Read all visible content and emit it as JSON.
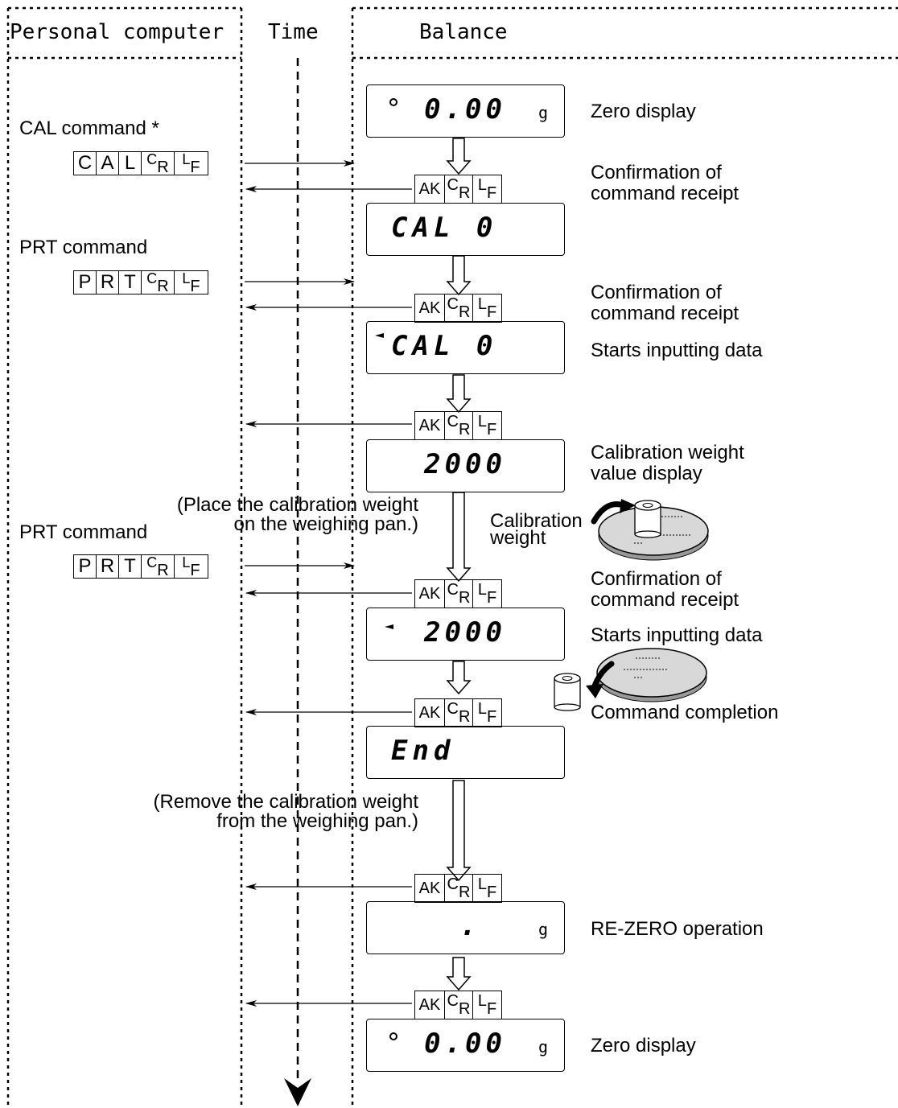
{
  "headers": {
    "pc": "Personal computer",
    "time": "Time",
    "balance": "Balance"
  },
  "pc_side": {
    "cal_label": "CAL command *",
    "cal_keys": [
      "C",
      "A",
      "L"
    ],
    "prt_label_1": "PRT command",
    "prt_keys_1": [
      "P",
      "R",
      "T"
    ],
    "prt_label_2": "PRT command",
    "prt_keys_2": [
      "P",
      "R",
      "T"
    ],
    "cr_top": "C",
    "cr_bottom": "R",
    "lf_top": "L",
    "lf_bottom": "F"
  },
  "ack": {
    "ak": "AK",
    "cr_top": "C",
    "cr_bottom": "R",
    "lf_top": "L",
    "lf_bottom": "F"
  },
  "displays": {
    "zero_value": "0.00",
    "unit": "g",
    "cal0": "CAL  0",
    "weight_value": "2000",
    "end": "End",
    "rezero": "."
  },
  "descriptions": {
    "zero_display_1": "Zero display",
    "confirm_1a": "Confirmation of",
    "confirm_1b": "command receipt",
    "confirm_2a": "Confirmation of",
    "confirm_2b": "command receipt",
    "starts_input_1": "Starts inputting data",
    "cal_weight_a": "Calibration weight",
    "cal_weight_b": "value display",
    "confirm_3a": "Confirmation of",
    "confirm_3b": "command receipt",
    "starts_input_2": "Starts inputting data",
    "command_completion": "Command completion",
    "rezero_op": "RE-ZERO operation",
    "zero_display_2": "Zero display"
  },
  "notes": {
    "place_a": "(Place the calibration weight",
    "place_b": "on the weighing pan.)",
    "remove_a": "(Remove the calibration weight",
    "remove_b": "from the weighing pan.)",
    "cal_weight_label_a": "Calibration",
    "cal_weight_label_b": "weight"
  }
}
